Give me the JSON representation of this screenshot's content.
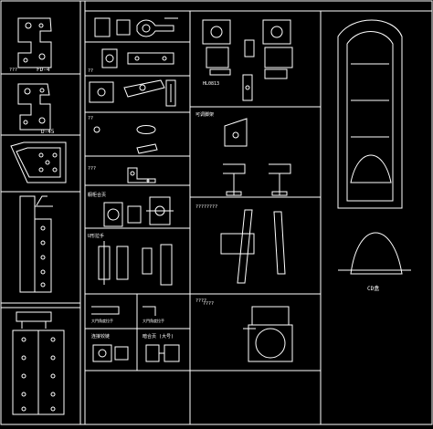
{
  "colors": {
    "background": "#000000",
    "stroke": "#ffffff",
    "accent_grey": "#9a9a9a"
  },
  "labels": {
    "fd4": "FD-4",
    "d45": "D-45",
    "hlb": "HL0813",
    "adjust": "可调脚架",
    "q_a": "????",
    "q_b": "??",
    "q_c": "????",
    "q_d": "???",
    "q_e": "????",
    "q_f": "????????",
    "q_g": "????",
    "q_h": "????",
    "cabinet_hinge": "橱柜合页",
    "u_handle": "U形拉手",
    "handle_note_1": "大門角度拉手",
    "handle_note_2": "大門角度拉手",
    "connector": "连接铰链",
    "hinge_large": "暗合页 (大号)",
    "cd_label": "CD盒"
  }
}
